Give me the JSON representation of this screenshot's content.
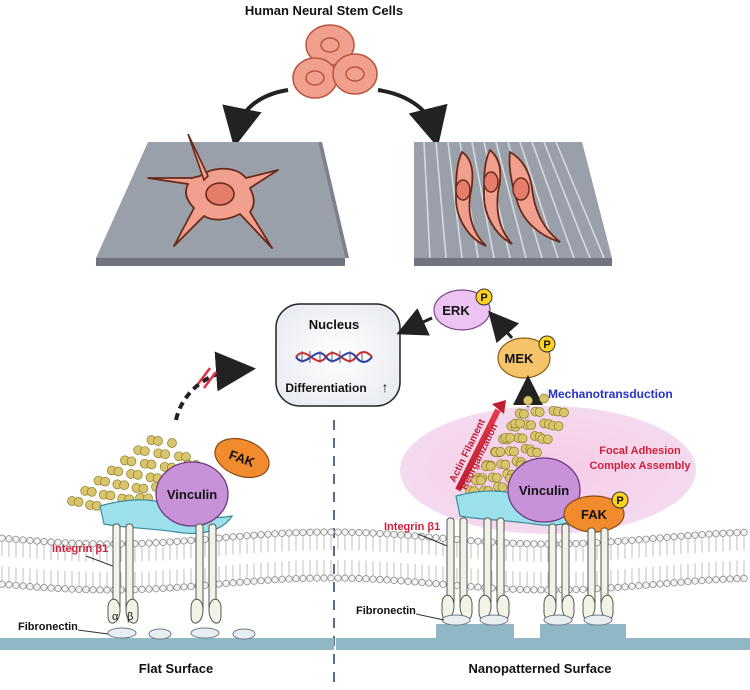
{
  "title": "Human Neural Stem Cells",
  "nucleus": {
    "label": "Nucleus",
    "differentiation": "Differentiation",
    "up_arrow": "↑"
  },
  "kinases": {
    "erk": "ERK",
    "mek": "MEK",
    "phospho": "P"
  },
  "mechanotransduction": "Mechanotransduction",
  "focal_adhesion": {
    "line1": "Focal Adhesion",
    "line2": "Complex Assembly"
  },
  "actin": {
    "line1": "Actin Filament",
    "line2": "Reorganization"
  },
  "proteins": {
    "vinculin_left": "Vinculin",
    "vinculin_right": "Vinculin",
    "fak_left": "FAK",
    "fak_right": "FAK"
  },
  "integrin": {
    "left": "Integrin β1",
    "right": "Integrin β1",
    "alpha": "α",
    "beta": "β"
  },
  "fibronectin": {
    "left": "Fibronectin",
    "right": "Fibronectin"
  },
  "surfaces": {
    "flat": "Flat Surface",
    "nanopatterned": "Nanopatterned Surface"
  },
  "colors": {
    "cell": "#f0a08c",
    "cell_outline": "#b8563f",
    "substrate": "#8f929c",
    "vinculin": "#c792d8",
    "fak": "#f28a2e",
    "phospho": "#ffd21f",
    "integrin_cyan": "#9be0ea",
    "actin_bead": "#d9c56b",
    "focal_halo": "#f5c6e4",
    "label_red": "#d11f3a",
    "label_blue": "#2432c9"
  }
}
